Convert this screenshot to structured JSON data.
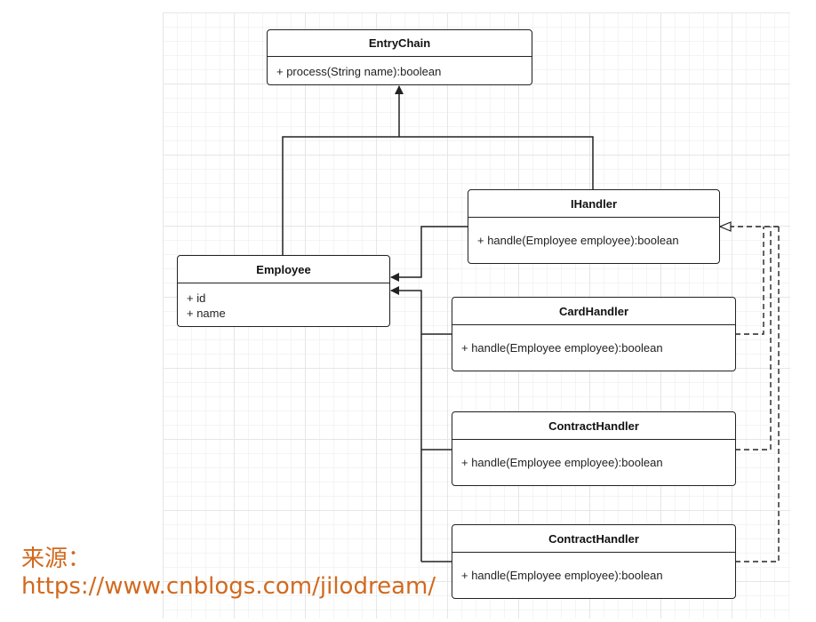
{
  "classes": {
    "entry_chain": {
      "name": "EntryChain",
      "members": [
        "+ process(String name):boolean"
      ]
    },
    "ihandler": {
      "name": "IHandler",
      "members": [
        "+ handle(Employee employee):boolean"
      ]
    },
    "employee": {
      "name": "Employee",
      "members": [
        "+ id",
        "+ name"
      ]
    },
    "card_handler": {
      "name": "CardHandler",
      "members": [
        "+ handle(Employee employee):boolean"
      ]
    },
    "contract_handler_1": {
      "name": "ContractHandler",
      "members": [
        "+ handle(Employee employee):boolean"
      ]
    },
    "contract_handler_2": {
      "name": "ContractHandler",
      "members": [
        "+ handle(Employee employee):boolean"
      ]
    }
  },
  "source": {
    "label": "来源：",
    "url": "https://www.cnblogs.com/jilodream/"
  },
  "colors": {
    "line": "#222222",
    "source_text": "#d2691e",
    "grid": "#e6e6e6"
  }
}
